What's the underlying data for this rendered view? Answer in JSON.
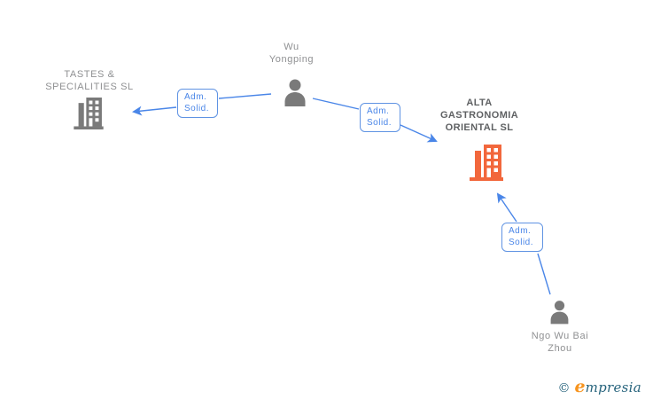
{
  "diagram": {
    "colors": {
      "link_blue": "#4a86e8",
      "edge_box_border": "#5f93e3",
      "entity_icon_gray": "#7a7a7a",
      "entity_text_gray": "#8f9092",
      "highlight_orange": "#f2673c",
      "highlight_text_gray": "#5f6163",
      "brand_teal": "#26637c",
      "brand_orange": "#f7941e"
    },
    "nodes": [
      {
        "id": "wu-yongping",
        "type": "person",
        "label": "Wu Yongping",
        "label_lines": [
          "Wu",
          "Yongping"
        ],
        "highlighted": false
      },
      {
        "id": "tastes-specialities-sl",
        "type": "company",
        "label": "TASTES & SPECIALITIES SL",
        "label_lines": [
          "TASTES &",
          "SPECIALITIES SL"
        ],
        "highlighted": false
      },
      {
        "id": "alta-gastronomia-oriental-sl",
        "type": "company",
        "label": "ALTA GASTRONOMIA ORIENTAL SL",
        "label_lines": [
          "ALTA",
          "GASTRONOMIA",
          "ORIENTAL SL"
        ],
        "highlighted": true
      },
      {
        "id": "ngo-wu-bai-zhou",
        "type": "person",
        "label": "Ngo Wu Bai Zhou",
        "label_lines": [
          "Ngo Wu Bai",
          "Zhou"
        ],
        "highlighted": false
      }
    ],
    "edges": [
      {
        "from": "Wu Yongping",
        "to": "TASTES & SPECIALITIES SL",
        "label": "Adm. Solid.",
        "label_lines": [
          "Adm.",
          "Solid."
        ]
      },
      {
        "from": "Wu Yongping",
        "to": "ALTA GASTRONOMIA ORIENTAL SL",
        "label": "Adm. Solid.",
        "label_lines": [
          "Adm.",
          "Solid."
        ]
      },
      {
        "from": "Ngo Wu Bai Zhou",
        "to": "ALTA GASTRONOMIA ORIENTAL SL",
        "label": "Adm. Solid.",
        "label_lines": [
          "Adm.",
          "Solid."
        ]
      }
    ],
    "watermark": {
      "copyright": "©",
      "brand_first": "e",
      "brand_rest": "mpresia"
    }
  }
}
